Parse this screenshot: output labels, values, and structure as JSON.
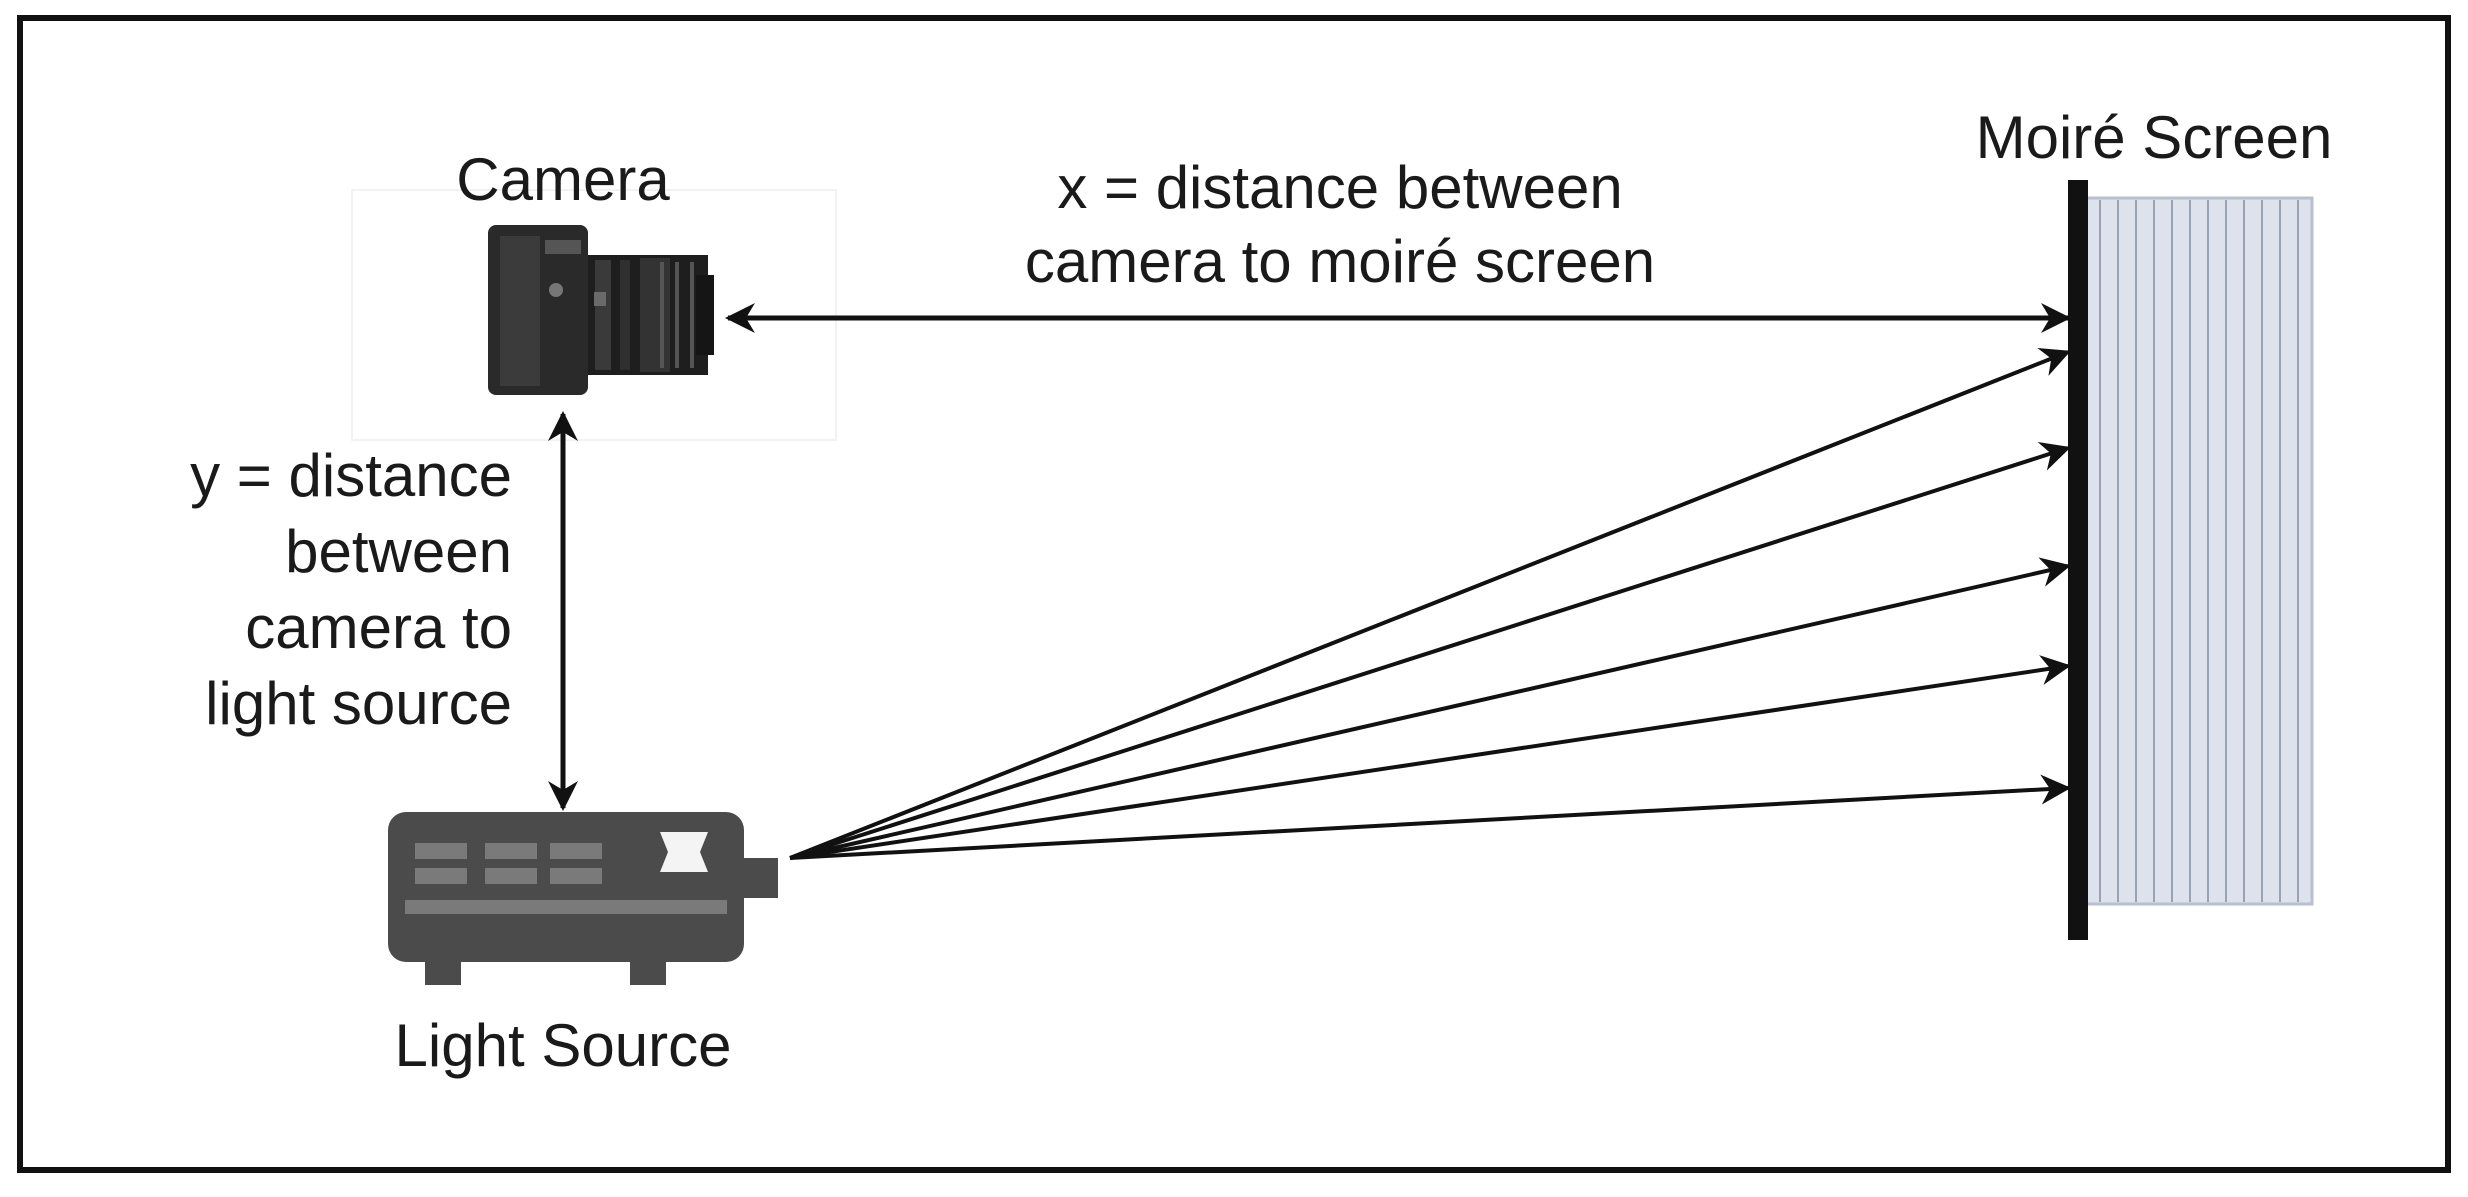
{
  "labels": {
    "camera": "Camera",
    "light_source": "Light Source",
    "screen": "Moiré Screen",
    "x_distance": [
      "x = distance between",
      "camera to moiré screen"
    ],
    "y_distance": [
      "y = distance",
      "between",
      "camera to",
      "light source"
    ]
  },
  "colors": {
    "stroke": "#111111",
    "projector": "#4b4b4b",
    "camera_body": "#2a2a2a",
    "screen_fill": "#dde2ec",
    "screen_line": "#9aa3b5"
  },
  "icons": [
    "camera-icon",
    "projector-icon",
    "moire-screen-icon"
  ]
}
